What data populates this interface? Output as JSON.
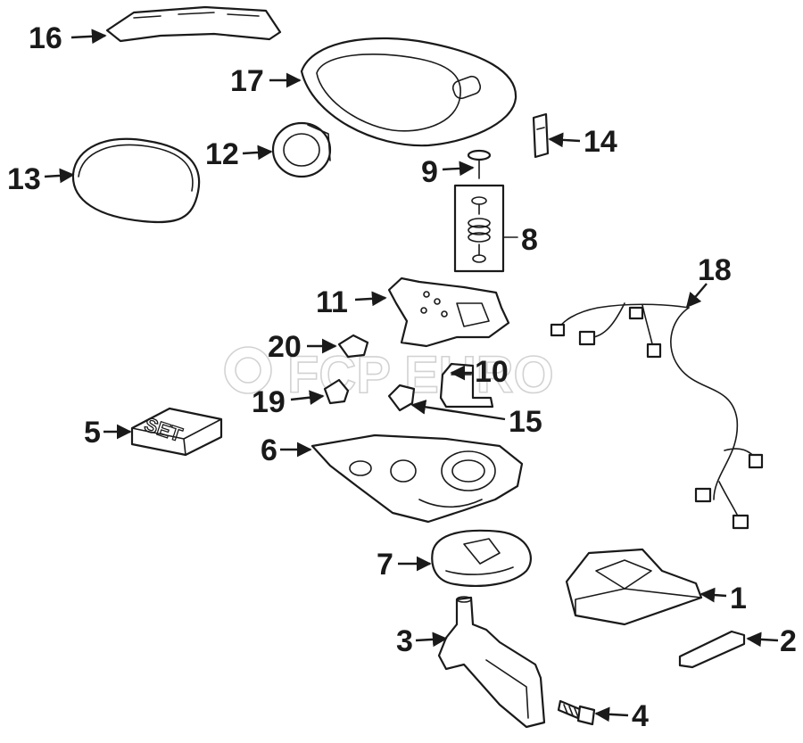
{
  "diagram": {
    "type": "exploded parts diagram",
    "watermark": "FCP EURO",
    "callouts": [
      "1",
      "2",
      "3",
      "4",
      "5",
      "6",
      "7",
      "8",
      "9",
      "10",
      "11",
      "12",
      "13",
      "14",
      "15",
      "16",
      "17",
      "18",
      "19",
      "20"
    ],
    "set_label": "SET"
  }
}
